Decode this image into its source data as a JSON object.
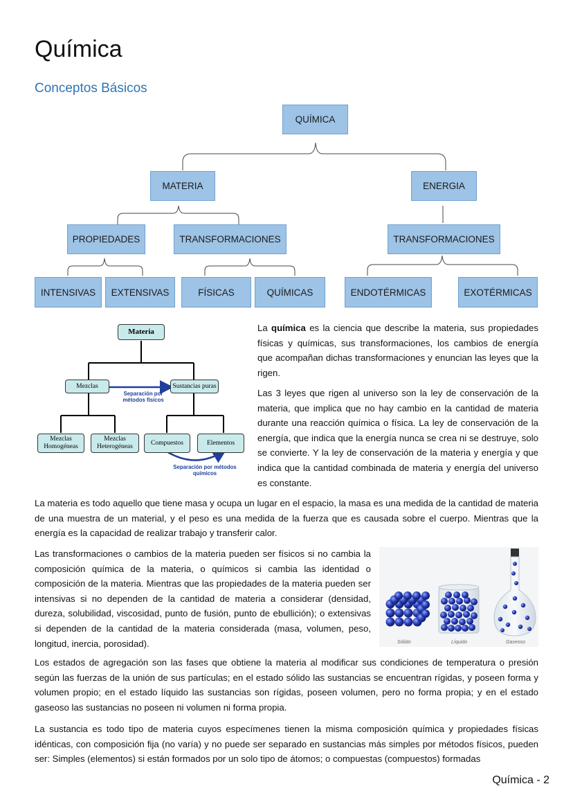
{
  "page_title": "Química",
  "section_title": "Conceptos Básicos",
  "concept_map": {
    "root": "QUÍMICA",
    "materia": "MATERIA",
    "energia": "ENERGIA",
    "propiedades": "PROPIEDADES",
    "transformaciones_materia": "TRANSFORMACIONES",
    "transformaciones_energia": "TRANSFORMACIONES",
    "intensivas": "INTENSIVAS",
    "extensivas": "EXTENSIVAS",
    "fisicas": "FÍSICAS",
    "quimicas": "QUÍMICAS",
    "endotermicas": "ENDOTÉRMICAS",
    "exotermicas": "EXOTÉRMICAS"
  },
  "matter_diagram": {
    "materia": "Materia",
    "mezclas": "Mezclas",
    "sustancias_puras": "Sustancias puras",
    "sep_fisicos": "Separación por métodos físicos",
    "mezclas_homogeneas": "Mezclas Homogéneas",
    "mezclas_heterogeneas": "Mezclas Heterogéneas",
    "compuestos": "Compuestos",
    "elementos": "Elementos",
    "sep_quimicos": "Separación por métodos químicos"
  },
  "states_image": {
    "solido": "Sólido",
    "liquido": "Líquido",
    "gaseoso": "Gaseoso"
  },
  "paragraphs": {
    "p1_lead": "química",
    "p1_pre": "La ",
    "p1_rest": " es la ciencia que describe la materia, sus propiedades físicas y químicas, sus transformaciones, los cambios de energía que acompañan dichas transformaciones y enuncian las leyes que la rigen.",
    "p2": "Las 3 leyes que rigen al universo son la ley de conservación de la materia, que implica que no hay cambio en la cantidad de materia durante una reacción química o física. La ley de conservación de la energía, que indica que la energía nunca se crea ni se destruye, solo se convierte. Y la ley de conservación de la materia y energía y que indica que la cantidad combinada de materia y energía del universo es constante.",
    "p3": "La materia es todo aquello que tiene masa y ocupa un lugar en el espacio, la masa es una medida de la cantidad de materia de una muestra de un material, y el peso es una medida de la fuerza que es causada sobre el cuerpo. Mientras que la energía es la capacidad de realizar trabajo y transferir calor.",
    "p4": "Las transformaciones o cambios de la materia pueden ser físicos si no cambia la composición química de la materia, o químicos si cambia las identidad o composición de la materia. Mientras que las propiedades de la materia pueden ser intensivas si no dependen de la cantidad de materia a considerar (densidad, dureza, solubilidad, viscosidad, punto de fusión, punto de ebullición); o extensivas si dependen de la cantidad de la materia considerada (masa, volumen, peso, longitud, inercia, porosidad).",
    "p5": "Los estados de agregación son las fases que obtiene la materia al modificar sus condiciones de temperatura o presión según las fuerzas de la unión de sus partículas; en el estado sólido las sustancias se encuentran rígidas, y poseen forma y volumen propio; en el estado líquido las sustancias son rígidas, poseen volumen, pero no forma propia; y en el estado gaseoso las sustancias no poseen ni volumen ni forma propia.",
    "p6": "La sustancia es todo tipo de materia cuyos especímenes tienen la misma composición química y propiedades físicas idénticas, con composición fija (no varía) y no puede ser separado en sustancias más simples por métodos físicos, pueden ser: Simples (elementos) si están formados por un solo tipo de átomos; o compuestas (compuestos) formadas"
  },
  "footer": "Química - 2",
  "colors": {
    "node_fill": "#9dc3e6",
    "heading_blue": "#2e74b5",
    "diagram_node": "#c9eaea",
    "arrow_blue": "#1f3f99"
  }
}
